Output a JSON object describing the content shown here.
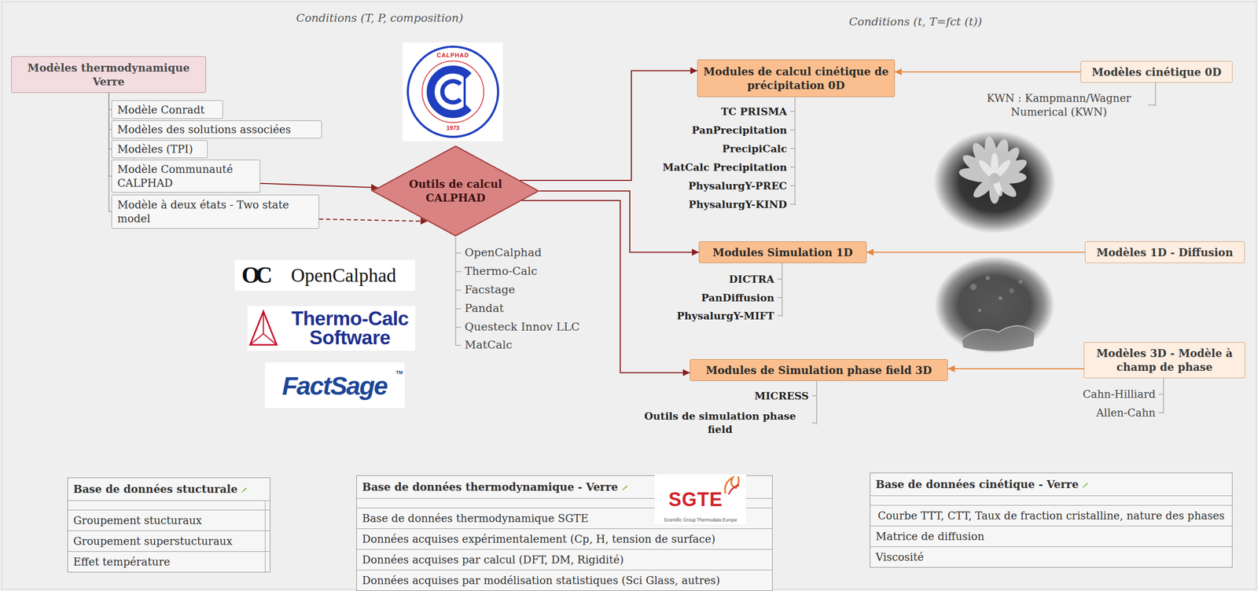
{
  "diagram": {
    "nodes": [
      {
        "text": [
          "Modèles thermodynamique Verre"
        ]
      },
      {
        "text": [
          "Modèle Conradt"
        ]
      },
      {
        "text": [
          "Modèles des solutions associées"
        ]
      },
      {
        "text": [
          "Modèles (TPI)"
        ]
      },
      {
        "text": [
          "Modèle Communauté CALPHAD"
        ]
      },
      {
        "text": [
          "Modèle à deux états - Two state model"
        ]
      },
      {
        "text": [
          "Outils de calcul CALPHAD"
        ]
      },
      {
        "text": [
          "Modules de calcul cinétique de précipitation 0D"
        ]
      },
      {
        "text": [
          "Modèles cinétique 0D"
        ]
      },
      {
        "text": [
          "Modules Simulation 1D"
        ]
      },
      {
        "text": [
          "Modèles 1D - Diffusion"
        ]
      },
      {
        "text": [
          "Modules de Simulation phase field 3D"
        ]
      },
      {
        "text": [
          "Modèles 3D - Modèle à champ de phase"
        ]
      },
      {
        "text": [
          "Base de données stucturale",
          "Groupement stucturaux",
          "Groupement superstucturaux",
          "Effet température"
        ]
      },
      {
        "text": [
          "Base de données thermodynamique - Verre",
          "Base de données thermodynamique SGTE",
          "Données acquises expérimentalement (Cp, H, tension de surface)",
          "Données acquises par calcul (DFT, DM, Rigidité)",
          "Données acquises par modélisation statistiques (Sci Glass, autres)"
        ]
      },
      {
        "text": [
          "Base de données cinétique - Verre",
          "Courbe TTT, CTT, Taux de fraction cristalline, nature des phases",
          "Matrice de diffusion",
          "Viscosité"
        ]
      }
    ],
    "edges": [
      {
        "from": 0,
        "to": 1,
        "arrow": "none"
      },
      {
        "from": 0,
        "to": 2,
        "arrow": "none"
      },
      {
        "from": 0,
        "to": 3,
        "arrow": "none"
      },
      {
        "from": 0,
        "to": 4,
        "arrow": "none"
      },
      {
        "from": 0,
        "to": 5,
        "arrow": "none"
      },
      {
        "from": 4,
        "to": 6,
        "arrow": "to"
      },
      {
        "from": 5,
        "to": 6,
        "arrow": "to"
      },
      {
        "from": 6,
        "to": 7,
        "arrow": "to"
      },
      {
        "from": 8,
        "to": 7,
        "arrow": "to"
      },
      {
        "from": 6,
        "to": 9,
        "arrow": "to"
      },
      {
        "from": 10,
        "to": 9,
        "arrow": "to"
      },
      {
        "from": 6,
        "to": 11,
        "arrow": "to"
      },
      {
        "from": 12,
        "to": 11,
        "arrow": "to"
      }
    ],
    "labels": [
      "Conditions (T, P, composition)",
      "Conditions (t, T=fct (t))",
      "CALPHAD",
      "1973",
      "OC",
      "OpenCalphad",
      "Thermo-Calc Software",
      "FactSage",
      "TM",
      "OpenCalphad",
      "Thermo-Calc",
      "Facstage",
      "Pandat",
      "Questeck Innov LLC",
      "MatCalc",
      "TC PRISMA",
      "PanPrecipitation",
      "PrecipiCalc",
      "MatCalc Precipitation",
      "PhysalurgY-PREC",
      "PhysalurgY-KIND",
      "KWN : Kampmann/Wagner Numerical (KWN)",
      "DICTRA",
      "PanDiffusion",
      "PhysalurgY-MIFT",
      "MICRESS",
      "Outils de simulation phase field",
      "Cahn-Hilliard",
      "Allen-Cahn",
      "SGTE",
      "Scientific Group Thermodata Europe"
    ]
  }
}
